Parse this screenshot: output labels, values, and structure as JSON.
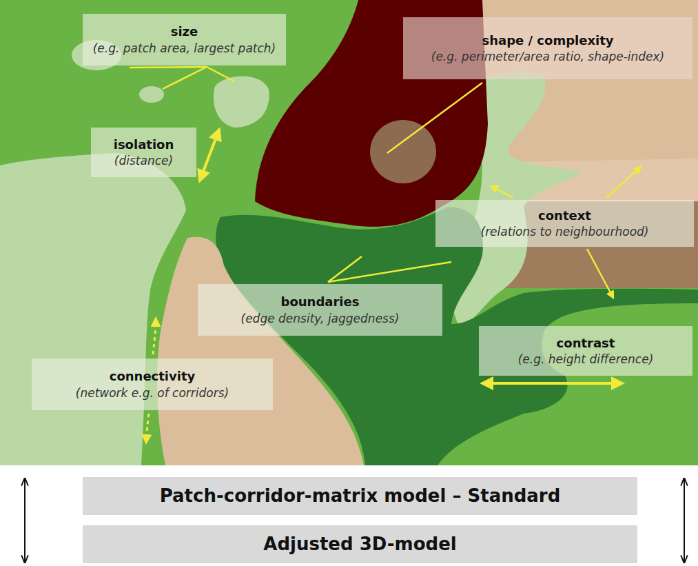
{
  "diagram": {
    "nodes": [
      {
        "text": [
          "size",
          "(e.g. patch area, largest patch)"
        ]
      },
      {
        "text": [
          "shape / complexity",
          "(e.g. perimeter/area ratio, shape-index)"
        ]
      },
      {
        "text": [
          "isolation",
          "(distance)"
        ]
      },
      {
        "text": [
          "context",
          "(relations to neighbourhood)"
        ]
      },
      {
        "text": [
          "boundaries",
          "(edge density, jaggedness)"
        ]
      },
      {
        "text": [
          "contrast",
          "(e.g. height difference)"
        ]
      },
      {
        "text": [
          "connectivity",
          "(network e.g. of corridors)"
        ]
      },
      {
        "text": [
          "Patch-corridor-matrix model – Standard"
        ]
      },
      {
        "text": [
          "Adjusted 3D-model"
        ]
      }
    ]
  }
}
